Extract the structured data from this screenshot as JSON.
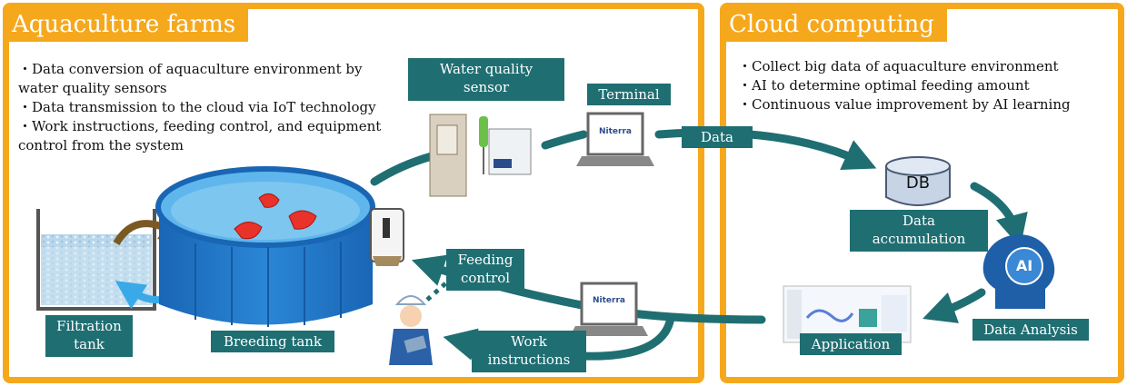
{
  "left_panel": {
    "title": "Aquaculture farms",
    "bullets": [
      "・Data conversion of aquaculture environment by",
      "water quality sensors",
      "・Data transmission to the cloud via IoT technology",
      "・Work instructions, feeding control, and equipment",
      "control from the system"
    ]
  },
  "right_panel": {
    "title": "Cloud computing",
    "bullets": [
      "・Collect big data of aquaculture environment",
      "・AI to determine optimal feeding amount",
      "・Continuous value improvement by AI learning"
    ]
  },
  "labels": {
    "water_quality_sensor_1": "Water quality",
    "water_quality_sensor_2": "sensor",
    "terminal": "Terminal",
    "data": "Data",
    "db": "DB",
    "data_accumulation_1": "Data",
    "data_accumulation_2": "accumulation",
    "ai": "AI",
    "data_analysis": "Data Analysis",
    "application": "Application",
    "feeding_control_1": "Feeding",
    "feeding_control_2": "control",
    "work_instructions_1": "Work",
    "work_instructions_2": "instructions",
    "filtration_tank_1": "Filtration",
    "filtration_tank_2": "tank",
    "breeding_tank": "Breeding tank",
    "brand_1": "Niterra",
    "brand_2": "Niterra"
  },
  "colors": {
    "accent_orange": "#f6a81c",
    "teal": "#1f6e72",
    "tank_blue": "#1f78c8",
    "water_blue": "#4aa8e6",
    "shrimp_red": "#e8322a",
    "circulation_brown": "#7a5a22",
    "circulation_blue": "#3aa9e8"
  },
  "icons": [
    "shrimp-icon",
    "laptop-icon",
    "database-icon",
    "ai-head-icon",
    "worker-icon",
    "feeder-icon",
    "sensor-icon",
    "dashboard-icon"
  ]
}
